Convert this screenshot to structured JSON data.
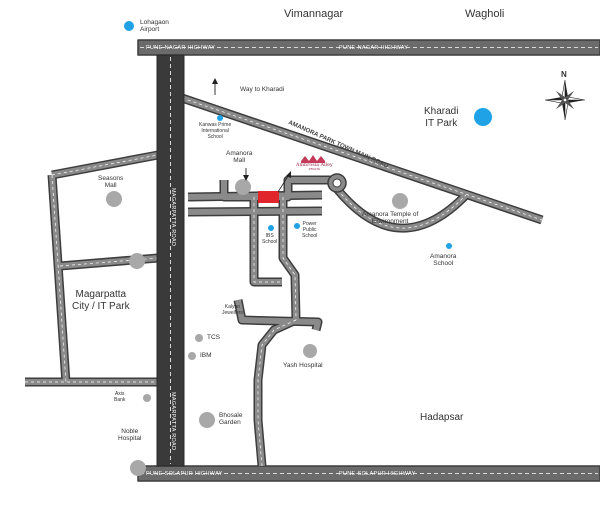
{
  "colors": {
    "road_fill": "#6b6b6b",
    "road_edge": "#3d3d3d",
    "road_dash": "#ffffff",
    "landmark_grey": "#a8a8a8",
    "landmark_blue": "#1fa3e6",
    "project_red": "#e0262b"
  },
  "roads": {
    "pune_nagar": "PUNE-NAGAR HIGHWAY",
    "pune_solapur": "PUNE-SOLAPUR HIGHWAY",
    "magarpatta": "MAGARPATTA ROAD",
    "amanora_main": "AMANORA PARK TOWN MAIN ROAD"
  },
  "areas": {
    "vimannagar": "Vimannagar",
    "wagholi": "Wagholi",
    "hadapsar": "Hadapsar",
    "magarpatta_city": "Magarpatta\nCity / IT Park",
    "kharadi": "Kharadi\nIT Park"
  },
  "places": {
    "lohagaon": "Lohagaon\nAirport",
    "way_kharadi": "Way to Kharadi",
    "kanwas": "Kanwas Prime\nInternational\nSchool",
    "amanora_mall": "Amanora\nMall",
    "seasons_mall": "Seasons\nMall",
    "amanora_temple": "Amanora Temple of\nEnvironment",
    "amanora_school": "Amanora\nSchool",
    "ibs": "IBS\nSchool",
    "power_public": "Power\nPublic\nSchool",
    "kalyan": "Kalyan\nJewellers",
    "tcs": "TCS",
    "ibm": "IBM",
    "yash": "Yash Hospital",
    "axis": "Axis\nBank",
    "bhosale": "Bhosale\nGarden",
    "noble": "Noble\nHospital"
  },
  "project": {
    "name": "Ambrosia Alley",
    "sub": "PRATIK"
  },
  "compass": {
    "north": "N"
  }
}
